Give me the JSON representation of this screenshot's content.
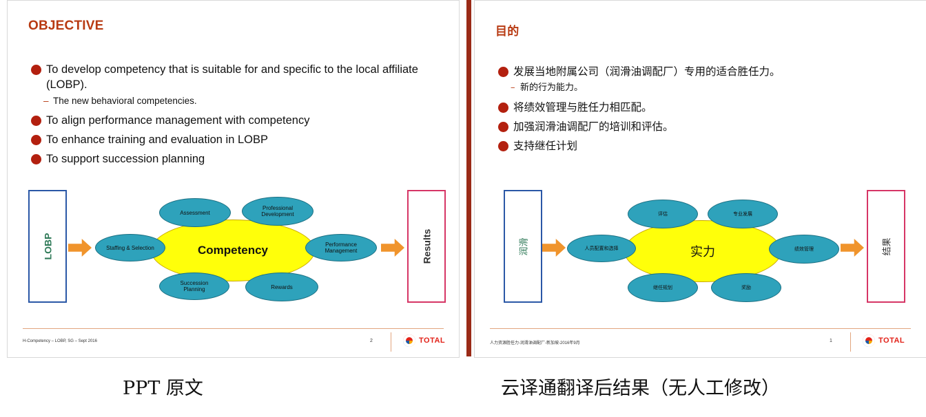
{
  "left_slide": {
    "title": "OBJECTIVE",
    "bullets": [
      "To develop competency that is suitable for and specific to the local affiliate (LOBP).",
      "To align performance management with competency",
      "To enhance training and evaluation in LOBP",
      "To support succession planning"
    ],
    "sub_bullet": "The new behavioral competencies.",
    "diagram": {
      "left_box": "LOBP",
      "right_box": "Results",
      "center": "Competency",
      "petals": {
        "assessment": "Assessment",
        "professional_development": "Professional Development",
        "staffing_selection": "Staffing & Selection",
        "performance_management": "Performance Management",
        "succession_planning": "Succession Planning",
        "rewards": "Rewards"
      }
    },
    "footer_text": "H-Competency – LOBP, SG – Sept 2016",
    "page_number": "2",
    "logo_text": "TOTAL"
  },
  "right_slide": {
    "title": "目的",
    "bullets": [
      "发展当地附属公司（润滑油调配厂）专用的适合胜任力。",
      "将绩效管理与胜任力相匹配。",
      "加强润滑油调配厂的培训和评估。",
      "支持继任计划"
    ],
    "sub_bullet": "新的行为能力。",
    "diagram": {
      "left_box": "润滑",
      "right_box": "结果",
      "center": "实力",
      "petals": {
        "assessment": "评估",
        "professional_development": "专业发展",
        "staffing_selection": "人员配置和选择",
        "performance_management": "绩效管理",
        "succession_planning": "继任规划",
        "rewards": "奖励"
      }
    },
    "footer_text": "人力资源胜任力-润滑油调配厂-新加坡-2016年9月",
    "page_number": "1",
    "logo_text": "TOTAL"
  },
  "captions": {
    "left": "PPT 原文",
    "right": "云译通翻译后结果（无人工修改）"
  },
  "colors": {
    "title": "#b83a12",
    "bullet_dot": "#b3200f",
    "center_fill": "#ffff0a",
    "petal_fill": "#2ea2bb",
    "arrow": "#f0942c",
    "lobp_border": "#2a57a6",
    "results_border": "#d63565",
    "divider": "#9a2a17"
  }
}
